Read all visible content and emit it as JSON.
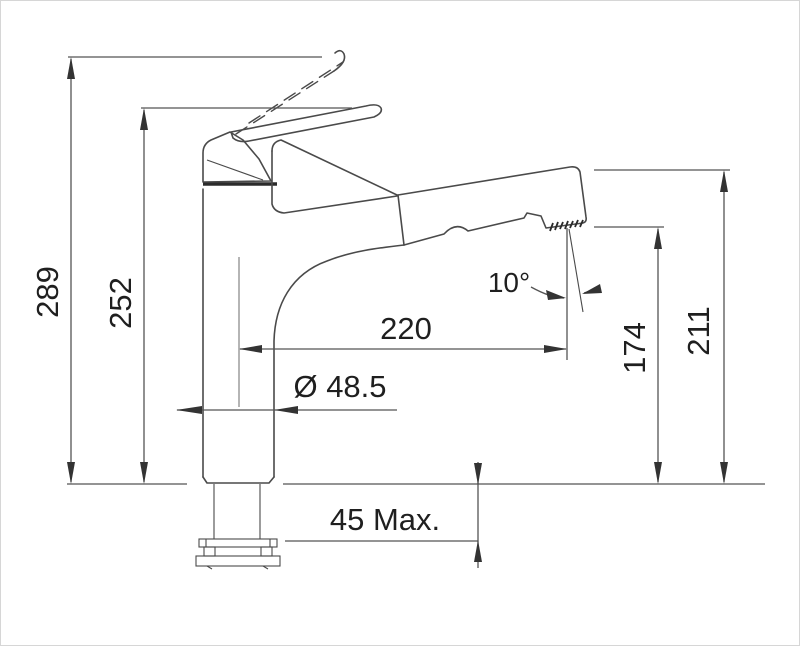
{
  "diagram": {
    "subject": "pull-out kitchen tap side elevation technical drawing",
    "background_color": "#ffffff",
    "line_color": "#4a4a4a",
    "text_color": "#1f1f1f",
    "border_color": "#d6d6d6",
    "labels": {
      "overall_height": "289",
      "handle_height": "252",
      "spout_reach": "220",
      "base_diameter": "Ø 48.5",
      "spray_angle": "10°",
      "outlet_height": "174",
      "spout_height": "211",
      "countertop_max": "45 Max."
    }
  }
}
